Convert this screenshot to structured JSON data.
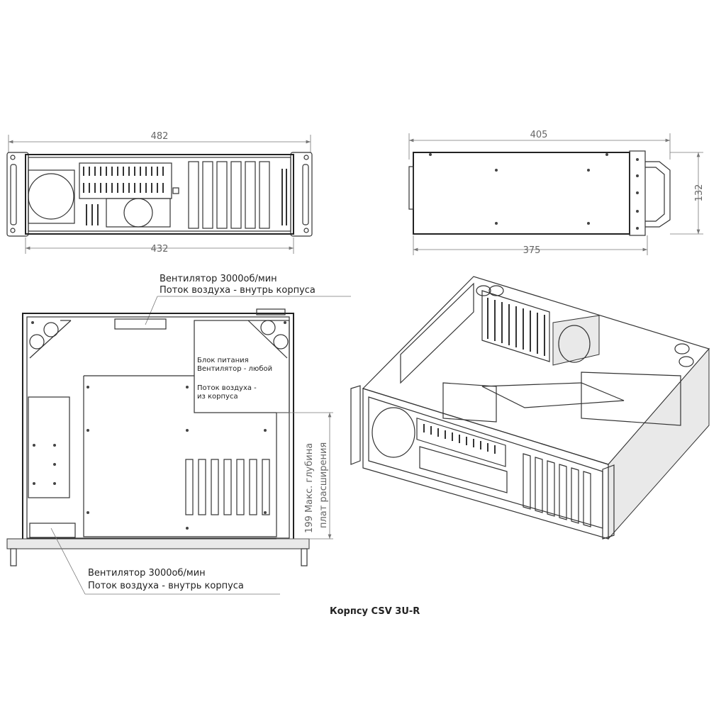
{
  "title": "Корпсу CSV 3U-R",
  "front_view": {
    "width_outer": "482",
    "width_inner": "432"
  },
  "side_view": {
    "depth_outer": "405",
    "depth_inner": "375",
    "height": "132"
  },
  "top_view": {
    "fan_top_line1": "Вентилятор 3000об/мин",
    "fan_top_line2": "Поток воздуха - внутрь корпуса",
    "psu_line1": "Блок питания",
    "psu_line2": "Вентилятор - любой",
    "psu_line3": "Поток воздуха -",
    "psu_line4": "из корпуса",
    "depth_line1": "199  Макс. глубина",
    "depth_line2": "плат расширения",
    "fan_bottom_line1": "Вентилятор 3000об/мин",
    "fan_bottom_line2": "Поток воздуха - внутрь корпуса"
  }
}
